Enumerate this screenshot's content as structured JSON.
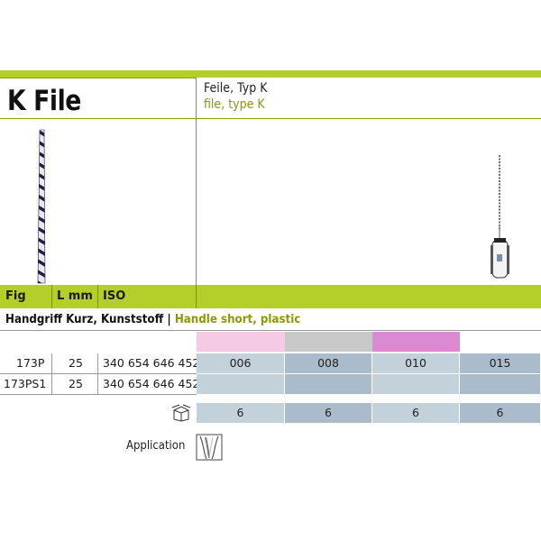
{
  "header": {
    "title": "K File",
    "subtitle_de": "Feile, Typ K",
    "subtitle_en": "file, type K"
  },
  "columns": {
    "fig": "Fig",
    "length": "L mm",
    "iso": "ISO"
  },
  "section": {
    "label_de": "Handgriff Kurz, Kunststoff",
    "separator": "|",
    "label_en": "Handle short, plastic"
  },
  "size_colors": [
    "#f6c9e4",
    "#c8c8c8",
    "#d98ad0",
    "#ffffff"
  ],
  "rows": [
    {
      "fig": "173P",
      "length": "25",
      "iso": "340 654 646 452 -",
      "sizes": [
        "006",
        "008",
        "010",
        "015"
      ]
    },
    {
      "fig": "173PS1",
      "length": "25",
      "iso": "340 654 646 452 -",
      "sizes": [
        "",
        "",
        "",
        ""
      ]
    }
  ],
  "package": {
    "icon": "box-icon",
    "values": [
      "6",
      "6",
      "6",
      "6"
    ]
  },
  "application": {
    "label": "Application",
    "icon": "root-canal-icon"
  },
  "colors": {
    "accent_green": "#b5cf2a",
    "cell_blue_light": "#c3d1da",
    "cell_blue_dark": "#aabccb",
    "subtitle_green": "#8a9a00"
  }
}
